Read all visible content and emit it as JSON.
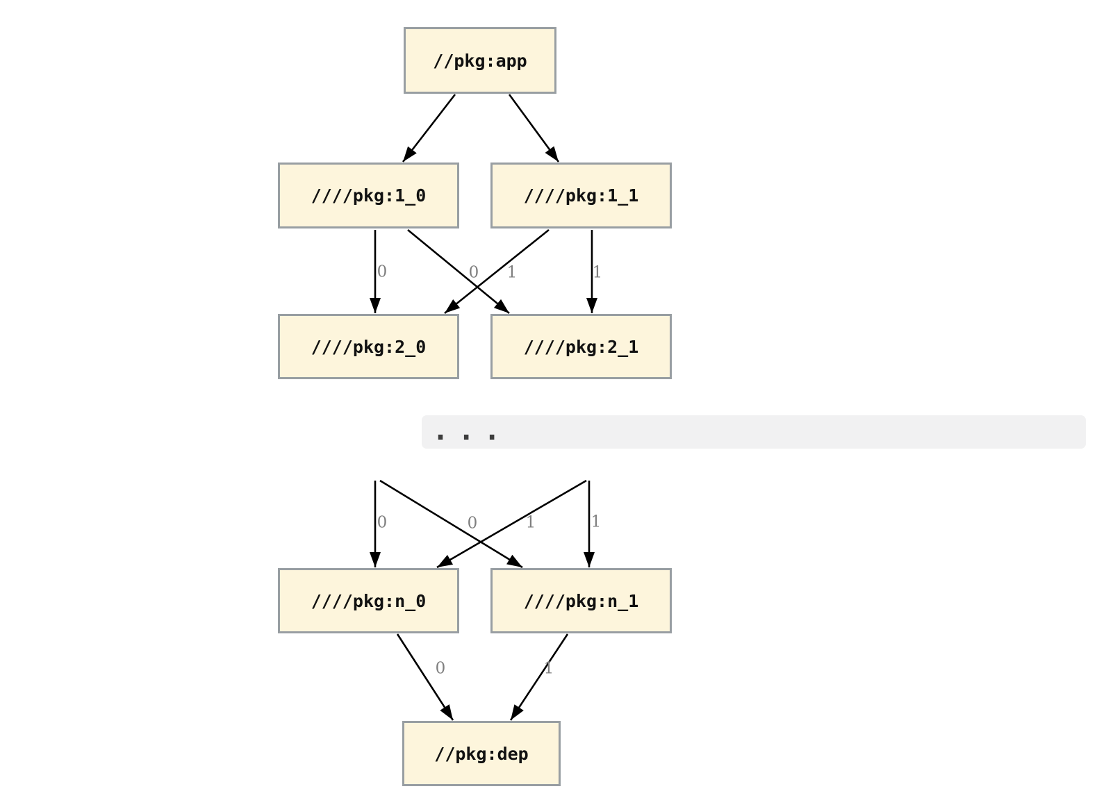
{
  "diagram": {
    "type": "dependency-graph",
    "node_fill_color": "#fdf5dc",
    "node_border_color": "#989ea2",
    "edge_color": "#000000",
    "edge_label_color": "#7f7f7f",
    "ellipsis_band_color": "#f1f1f2",
    "ellipsis_text": "...",
    "nodes": [
      {
        "id": "app",
        "label": "//pkg:app"
      },
      {
        "id": "1_0",
        "label": "////pkg:1_0"
      },
      {
        "id": "1_1",
        "label": "////pkg:1_1"
      },
      {
        "id": "2_0",
        "label": "////pkg:2_0"
      },
      {
        "id": "2_1",
        "label": "////pkg:2_1"
      },
      {
        "id": "n_0",
        "label": "////pkg:n_0"
      },
      {
        "id": "n_1",
        "label": "////pkg:n_1"
      },
      {
        "id": "dep",
        "label": "//pkg:dep"
      }
    ],
    "edges": [
      {
        "from": "//pkg:app",
        "to": "////pkg:1_0",
        "label": ""
      },
      {
        "from": "//pkg:app",
        "to": "////pkg:1_1",
        "label": ""
      },
      {
        "from": "////pkg:1_0",
        "to": "////pkg:2_0",
        "label": "0"
      },
      {
        "from": "////pkg:1_0",
        "to": "////pkg:2_1",
        "label": "1"
      },
      {
        "from": "////pkg:1_1",
        "to": "////pkg:2_0",
        "label": "0"
      },
      {
        "from": "////pkg:1_1",
        "to": "////pkg:2_1",
        "label": "1"
      },
      {
        "from": "...",
        "to": "////pkg:n_0",
        "label": "0"
      },
      {
        "from": "...",
        "to": "////pkg:n_1",
        "label": "1"
      },
      {
        "from": "...",
        "to": "////pkg:n_0",
        "label": "0"
      },
      {
        "from": "...",
        "to": "////pkg:n_1",
        "label": "1"
      },
      {
        "from": "////pkg:n_0",
        "to": "//pkg:dep",
        "label": "0"
      },
      {
        "from": "////pkg:n_1",
        "to": "//pkg:dep",
        "label": "1"
      }
    ]
  }
}
